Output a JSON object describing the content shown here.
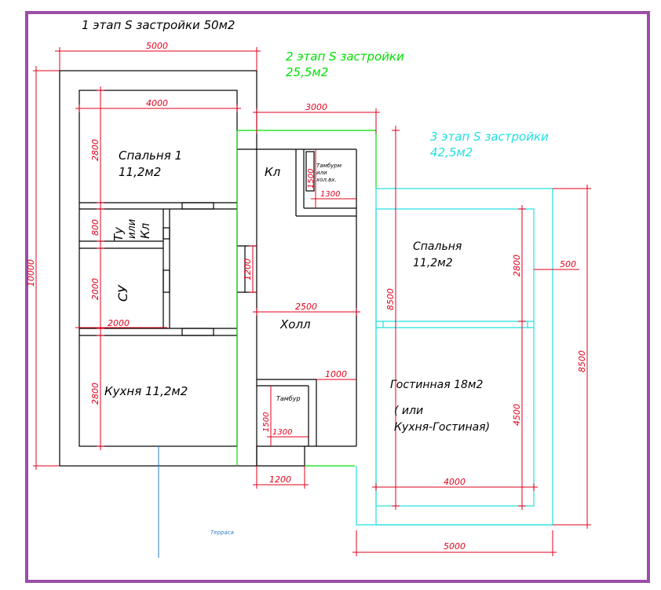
{
  "stage1": {
    "title": "1 этап S застройки 50м2",
    "dims": {
      "width_top": "5000",
      "height_left": "10000",
      "bedroom_width": "4000",
      "bedroom_height": "2800",
      "tu_height": "800",
      "su_height": "2000",
      "su_width": "2000",
      "kitchen_height": "2800"
    },
    "rooms": {
      "bedroom": "Спальня 1",
      "bedroom_area": "11,2м2",
      "tu": "Ту",
      "ili": "или",
      "kl": "Кл",
      "su": "СУ",
      "kitchen": "Кухня 11,2м2"
    }
  },
  "stage2": {
    "title_line1": "2 этап S застройки",
    "title_line2": "25,5м2",
    "dims": {
      "width": "3000",
      "hall_width": "2500",
      "door_opening": "1200",
      "tambour_top_w": "1300",
      "tambour_top_h": "1500",
      "kl_door_w": "1000",
      "tambour_bottom_w": "1300",
      "tambour_bottom_h": "1500",
      "entrance_w": "1200"
    },
    "rooms": {
      "kl": "Кл",
      "tambour_top_1": "Тамбурм",
      "tambour_top_2": "или",
      "tambour_top_3": "хол.вх.",
      "hall": "Холл",
      "tambour_bottom": "Тамбур"
    }
  },
  "stage3": {
    "title_line1": "3 этап S застройки",
    "title_line2": "42,5м2",
    "dims": {
      "height_8500_left": "8500",
      "height_8500_right": "8500",
      "bedroom_h": "2800",
      "offset": "500",
      "living_h": "4500",
      "living_w": "4000",
      "width_bottom": "5000"
    },
    "rooms": {
      "bedroom": "Спальня",
      "bedroom_area": "11,2м2",
      "living": "Гостинная 18м2",
      "living_alt1": "( или",
      "living_alt2": "Кухня-Гостиная)"
    }
  },
  "terrace": "Терраса",
  "colors": {
    "frame": "#9b4fa8",
    "wall": "#000000",
    "dim": "#e0001b",
    "stage2": "#00e000",
    "stage3": "#22e0e0",
    "terrace_line": "#2f7fd0"
  }
}
